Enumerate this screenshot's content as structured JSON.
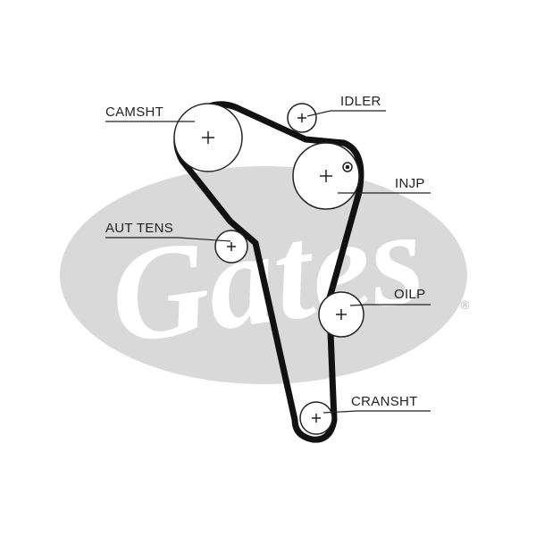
{
  "logo": {
    "brand": "Gates",
    "registered_mark": "®",
    "color": "#d9d9d9"
  },
  "components": {
    "camshaft": {
      "label": "CAMSHT"
    },
    "idler": {
      "label": "IDLER"
    },
    "injection_pump": {
      "label": "INJP"
    },
    "auto_tensioner": {
      "label": "AUT TENS"
    },
    "oil_pump": {
      "label": "OILP"
    },
    "crankshaft": {
      "label": "CRANSHT"
    }
  },
  "colors": {
    "belt": "#111111",
    "line": "#222222",
    "pulley_fill": "#ffffff"
  }
}
